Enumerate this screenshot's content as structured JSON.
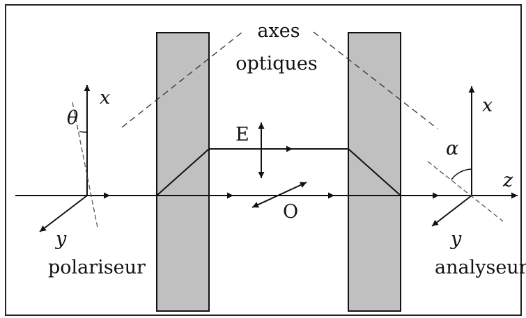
{
  "labels": {
    "axes_line1": "axes",
    "axes_line2": "optiques",
    "x_left": "x",
    "x_right": "x",
    "y_left": "y",
    "y_right": "y",
    "z_axis": "z",
    "theta": "θ",
    "alpha": "α",
    "e_ray": "E",
    "o_ray": "O",
    "polarizer": "polariseur",
    "analyzer": "analyseur"
  },
  "colors": {
    "plate_fill": "#c0c0c0",
    "stroke": "#111111",
    "frame": "#222222"
  }
}
